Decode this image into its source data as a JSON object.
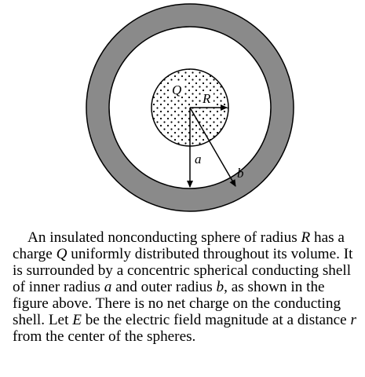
{
  "figure": {
    "labels": {
      "charge": "Q",
      "sphere_radius": "R",
      "inner_radius": "a",
      "outer_radius": "b"
    },
    "colors": {
      "shell": "#8a8a8a",
      "outline": "#000000",
      "background": "#ffffff"
    }
  },
  "text": {
    "s1": "An insulated nonconducting sphere of radius ",
    "v1": "R",
    "s2": " has a charge ",
    "v2": "Q",
    "s3": " uniformly distributed throughout its volume. It is surrounded by a concentric spherical conducting shell of inner radius ",
    "v3": "a",
    "s4": " and outer radius ",
    "v4": "b",
    "s5": ", as shown in the figure above. There is no net charge on the conducting shell. Let ",
    "v5": "E",
    "s6": " be the electric field magnitude at a distance ",
    "v6": "r",
    "s7": " from the center of the spheres."
  }
}
